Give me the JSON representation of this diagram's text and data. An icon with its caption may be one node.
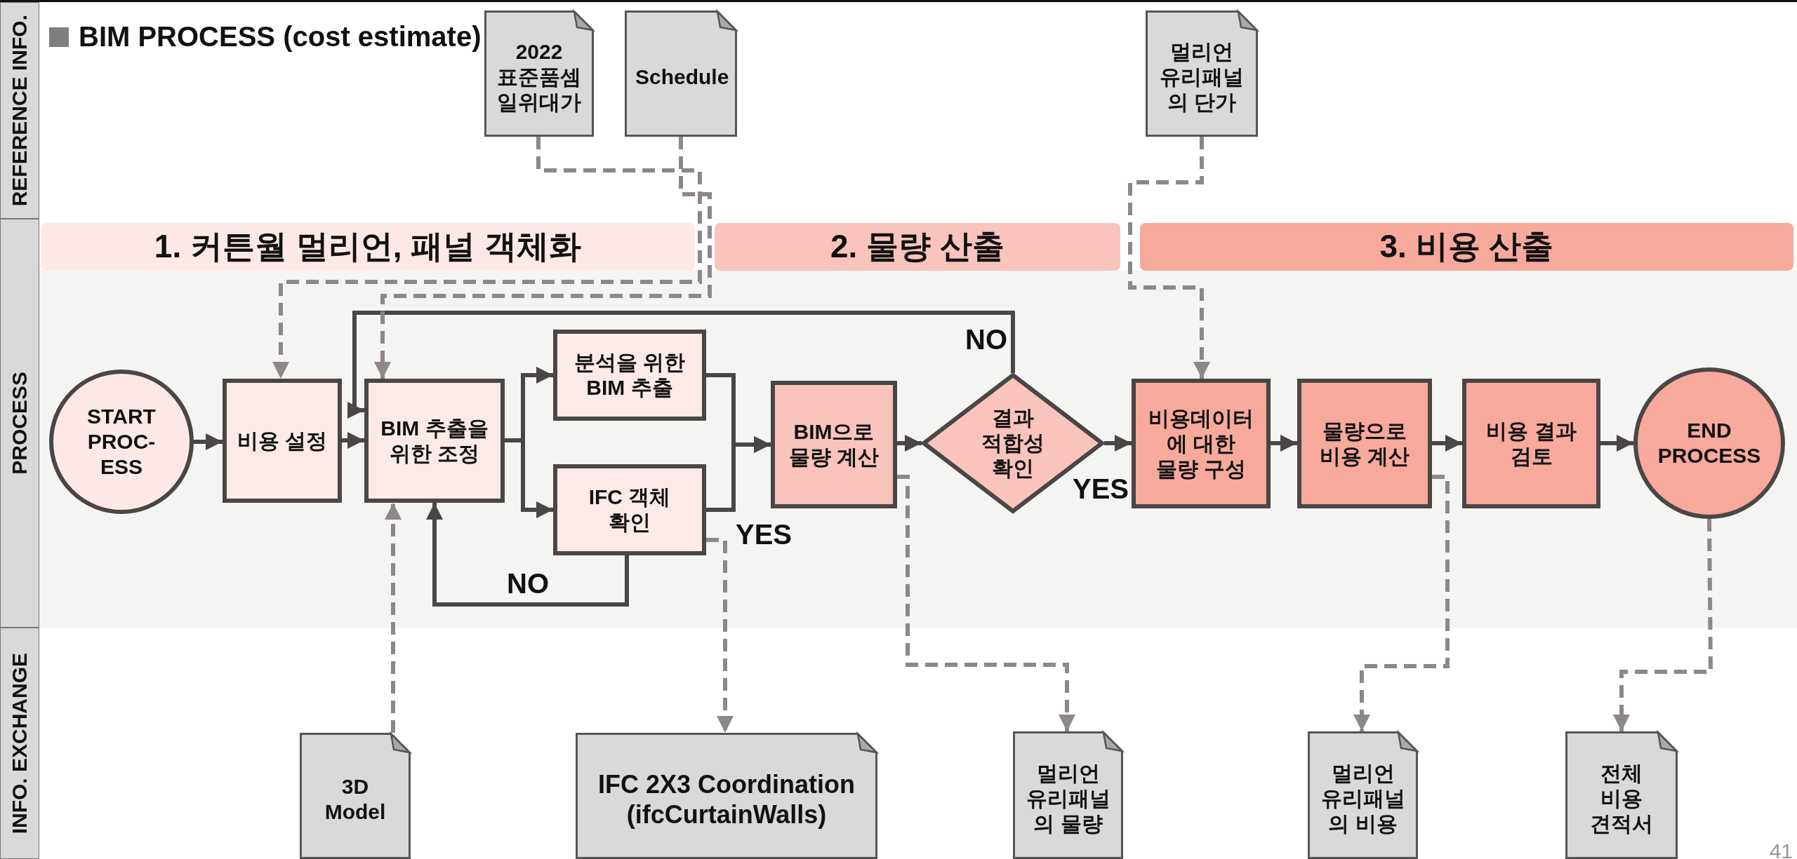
{
  "diagram": {
    "title": "BIM PROCESS (cost estimate)",
    "nodes": [
      {
        "text": [
          "REFERENCE INFO."
        ]
      },
      {
        "text": [
          "PROCESS"
        ]
      },
      {
        "text": [
          "INFO. EXCHANGE"
        ]
      },
      {
        "text": [
          "2022 표준품셈 일위대가"
        ]
      },
      {
        "text": [
          "Schedule"
        ]
      },
      {
        "text": [
          "멀리언 유리패널 의 단가"
        ]
      },
      {
        "text": [
          "1. 커튼월 멀리언, 패널 객체화"
        ]
      },
      {
        "text": [
          "2. 물량 산출"
        ]
      },
      {
        "text": [
          "3. 비용 산출"
        ]
      },
      {
        "text": [
          "START PROC- ESS"
        ]
      },
      {
        "text": [
          "비용 설정"
        ]
      },
      {
        "text": [
          "BIM 추출을 위한 조정"
        ]
      },
      {
        "text": [
          "분석을 위한 BIM 추출"
        ]
      },
      {
        "text": [
          "IFC 객체 확인"
        ]
      },
      {
        "text": [
          "BIM으로 물량 계산"
        ]
      },
      {
        "text": [
          "결과 적합성 확인"
        ]
      },
      {
        "text": [
          "비용데이터 에 대한 물량 구성"
        ]
      },
      {
        "text": [
          "물량으로 비용 계산"
        ]
      },
      {
        "text": [
          "비용 결과 검토"
        ]
      },
      {
        "text": [
          "END PROCESS"
        ]
      },
      {
        "text": [
          "3D Model"
        ]
      },
      {
        "text": [
          "IFC 2X3 Coordination (ifcCurtainWalls)"
        ]
      },
      {
        "text": [
          "멀리언 유리패널 의 물량"
        ]
      },
      {
        "text": [
          "멀리언 유리패널 의 비용"
        ]
      },
      {
        "text": [
          "전체 비용 견적서"
        ]
      }
    ],
    "edges": [
      {
        "from": 9,
        "to": 10,
        "arrow": "to"
      },
      {
        "from": 10,
        "to": 11,
        "arrow": "to"
      },
      {
        "from": 11,
        "to": 12,
        "arrow": "to"
      },
      {
        "from": 11,
        "to": 13,
        "arrow": "to"
      },
      {
        "from": 12,
        "to": 14,
        "arrow": "to"
      },
      {
        "from": 13,
        "to": 14,
        "arrow": "to",
        "label": "YES"
      },
      {
        "from": 13,
        "to": 11,
        "arrow": "to",
        "label": "NO"
      },
      {
        "from": 14,
        "to": 15,
        "arrow": "to"
      },
      {
        "from": 15,
        "to": 11,
        "arrow": "to",
        "label": "NO"
      },
      {
        "from": 15,
        "to": 16,
        "arrow": "to",
        "label": "YES"
      },
      {
        "from": 16,
        "to": 17,
        "arrow": "to"
      },
      {
        "from": 17,
        "to": 18,
        "arrow": "to"
      },
      {
        "from": 18,
        "to": 19,
        "arrow": "to"
      },
      {
        "from": 3,
        "to": 10,
        "arrow": "to",
        "style": "dashed",
        "color": "#8e8787"
      },
      {
        "from": 4,
        "to": 11,
        "arrow": "to",
        "style": "dashed",
        "color": "#8e8787"
      },
      {
        "from": 5,
        "to": 16,
        "arrow": "to",
        "style": "dashed",
        "color": "#8e8787"
      },
      {
        "from": 20,
        "to": 11,
        "arrow": "to",
        "style": "dashed",
        "color": "#8e8787"
      },
      {
        "from": 13,
        "to": 21,
        "arrow": "to",
        "style": "dashed",
        "color": "#8e8787"
      },
      {
        "from": 14,
        "to": 22,
        "arrow": "to",
        "style": "dashed",
        "color": "#8e8787"
      },
      {
        "from": 17,
        "to": 23,
        "arrow": "to",
        "style": "dashed",
        "color": "#8e8787"
      },
      {
        "from": 19,
        "to": 24,
        "arrow": "to",
        "style": "dashed",
        "color": "#8e8787"
      }
    ],
    "labels": [
      "41"
    ]
  }
}
